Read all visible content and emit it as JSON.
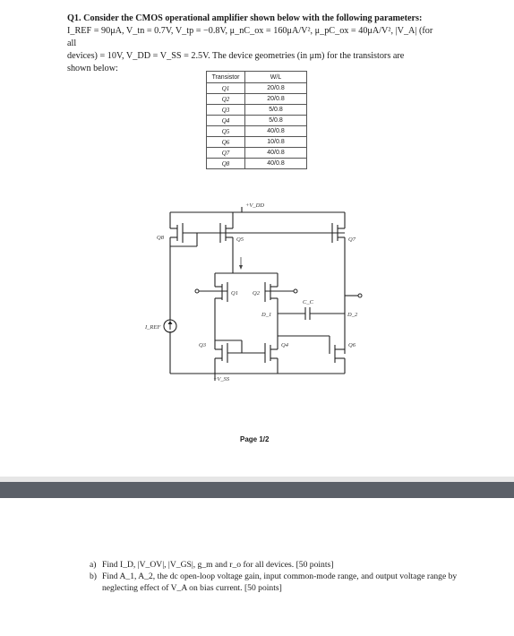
{
  "question": {
    "heading": "Q1. Consider the CMOS operational amplifier shown below with the following parameters:",
    "line2": "I_REF = 90μA, V_tn = 0.7V, V_tp = −0.8V, μ_nC_ox = 160μA/V², μ_pC_ox = 40μA/V², |V_A| (for all",
    "line3": "devices) = 10V, V_DD = V_SS = 2.5V. The device geometries (in μm) for the transistors are",
    "line4": "shown below:"
  },
  "table": {
    "header_transistor": "Transistor",
    "header_wl": "W/L",
    "rows": [
      {
        "t": "Q1",
        "wl": "20/0.8"
      },
      {
        "t": "Q2",
        "wl": "20/0.8"
      },
      {
        "t": "Q3",
        "wl": "5/0.8"
      },
      {
        "t": "Q4",
        "wl": "5/0.8"
      },
      {
        "t": "Q5",
        "wl": "40/0.8"
      },
      {
        "t": "Q6",
        "wl": "10/0.8"
      },
      {
        "t": "Q7",
        "wl": "40/0.8"
      },
      {
        "t": "Q8",
        "wl": "40/0.8"
      }
    ]
  },
  "circuit": {
    "vdd": "+V_DD",
    "vss": "−V_SS",
    "iref": "I_REF",
    "cc": "C_C",
    "d1": "D_1",
    "d2": "D_2",
    "labels": [
      "Q8",
      "Q5",
      "Q7",
      "Q1",
      "Q2",
      "Q3",
      "Q4",
      "Q6"
    ]
  },
  "page_number": "Page 1/2",
  "parts": {
    "a_label": "a)",
    "a_text": "Find I_D, |V_OV|, |V_GS|, g_m and r_o for all devices. [50 points]",
    "b_label": "b)",
    "b_text": "Find A_1, A_2, the dc open-loop voltage gain, input common-mode range, and output voltage range by neglecting effect of V_A on bias current. [50 points]"
  }
}
